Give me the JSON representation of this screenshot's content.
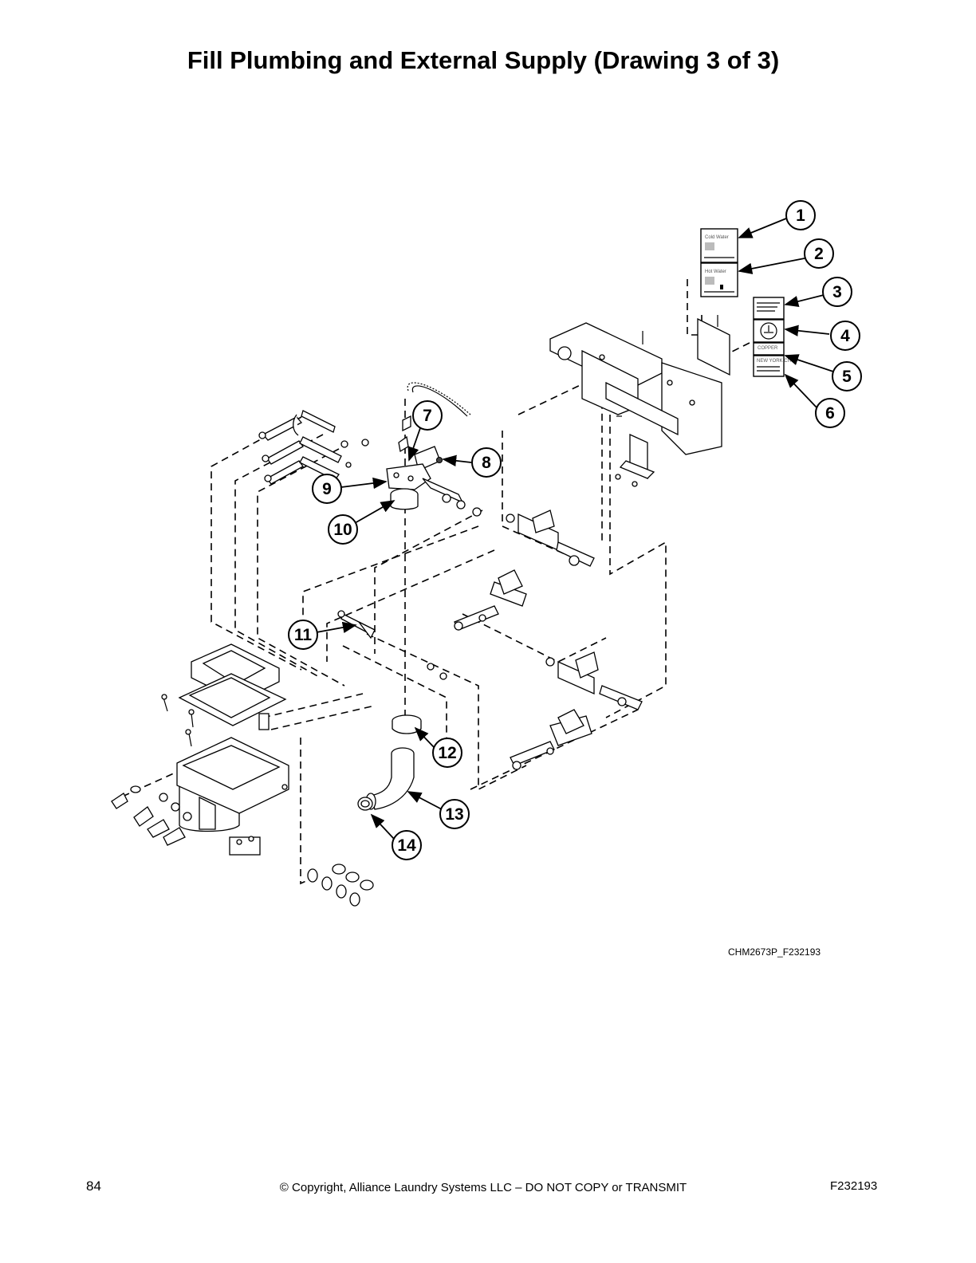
{
  "page": {
    "title": "Fill Plumbing and External Supply (Drawing 3 of 3)",
    "drawing_id": "CHM2673P_F232193",
    "page_number": "84",
    "copyright": "© Copyright, Alliance Laundry Systems LLC – DO NOT COPY or TRANSMIT",
    "doc_code": "F232193"
  },
  "callouts": [
    "1",
    "2",
    "3",
    "4",
    "5",
    "6",
    "7",
    "8",
    "9",
    "10",
    "11",
    "12",
    "13",
    "14"
  ],
  "labels": {
    "cold_water": "Cold Water",
    "hot_water": "Hot Water",
    "copper": "COPPER",
    "new_york_city": "NEW YORK CITY"
  }
}
